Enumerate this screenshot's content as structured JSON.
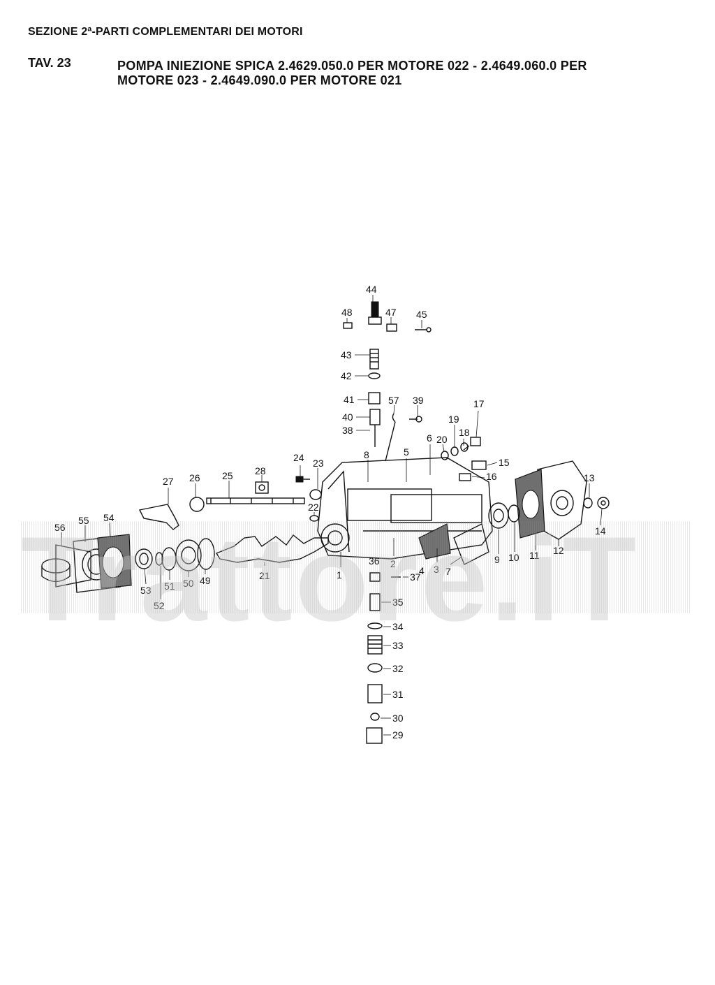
{
  "header": {
    "section": "SEZIONE 2ª-PARTI COMPLEMENTARI DEI MOTORI",
    "plate_ref": "TAV. 23",
    "title_line1": "POMPA INIEZIONE SPICA 2.4629.050.0 PER MOTORE 022 - 2.4649.060.0 PER",
    "title_line2": "MOTORE 023 - 2.4649.090.0 PER MOTORE 021"
  },
  "watermark": {
    "text": "Trattore.iT"
  },
  "diagram": {
    "callouts": [
      "1",
      "2",
      "3",
      "4",
      "5",
      "6",
      "7",
      "8",
      "9",
      "10",
      "11",
      "12",
      "13",
      "14",
      "15",
      "16",
      "17",
      "18",
      "19",
      "20",
      "21",
      "22",
      "23",
      "24",
      "25",
      "26",
      "27",
      "28",
      "29",
      "30",
      "31",
      "32",
      "33",
      "34",
      "35",
      "36",
      "37",
      "38",
      "39",
      "40",
      "41",
      "42",
      "43",
      "44",
      "45",
      "47",
      "48",
      "49",
      "50",
      "51",
      "52",
      "53",
      "54",
      "55",
      "56",
      "57"
    ]
  }
}
